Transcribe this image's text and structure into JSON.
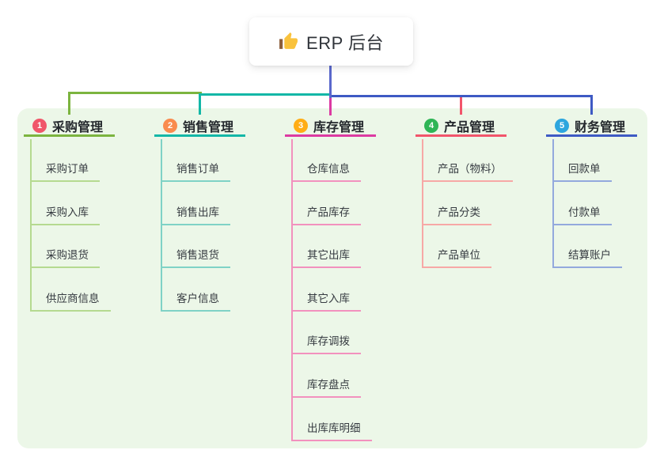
{
  "root": {
    "title": "ERP 后台",
    "icon": "thumbs-up"
  },
  "branches": [
    {
      "index": "1",
      "label": "采购管理",
      "badge_color": "#F0566A",
      "line_color": "#7CB43F",
      "child_line_color": "#B5DA90",
      "children": [
        "采购订单",
        "采购入库",
        "采购退货",
        "供应商信息"
      ]
    },
    {
      "index": "2",
      "label": "销售管理",
      "badge_color": "#F98B4E",
      "line_color": "#13B7A7",
      "child_line_color": "#7FD2C6",
      "children": [
        "销售订单",
        "销售出库",
        "销售退货",
        "客户信息"
      ]
    },
    {
      "index": "3",
      "label": "库存管理",
      "badge_color": "#FFAD15",
      "line_color": "#DC3AA2",
      "child_line_color": "#F291BE",
      "children": [
        "仓库信息",
        "产品库存",
        "其它出库",
        "其它入库",
        "库存调拨",
        "库存盘点",
        "出库库明细"
      ]
    },
    {
      "index": "4",
      "label": "产品管理",
      "badge_color": "#2FB556",
      "line_color": "#F2556B",
      "child_line_color": "#F7A8A6",
      "children": [
        "产品（物料）",
        "产品分类",
        "产品单位"
      ]
    },
    {
      "index": "5",
      "label": "财务管理",
      "badge_color": "#2DA6DE",
      "line_color": "#3E5AC4",
      "child_line_color": "#93A9DD",
      "children": [
        "回款单",
        "付款单",
        "结算账户"
      ]
    }
  ],
  "colors": {
    "stem": "#5A68CC",
    "panel_bg": "#ECF7E8",
    "icon_hand": "#F9C23C",
    "icon_sleeve": "#8B5E3C"
  }
}
